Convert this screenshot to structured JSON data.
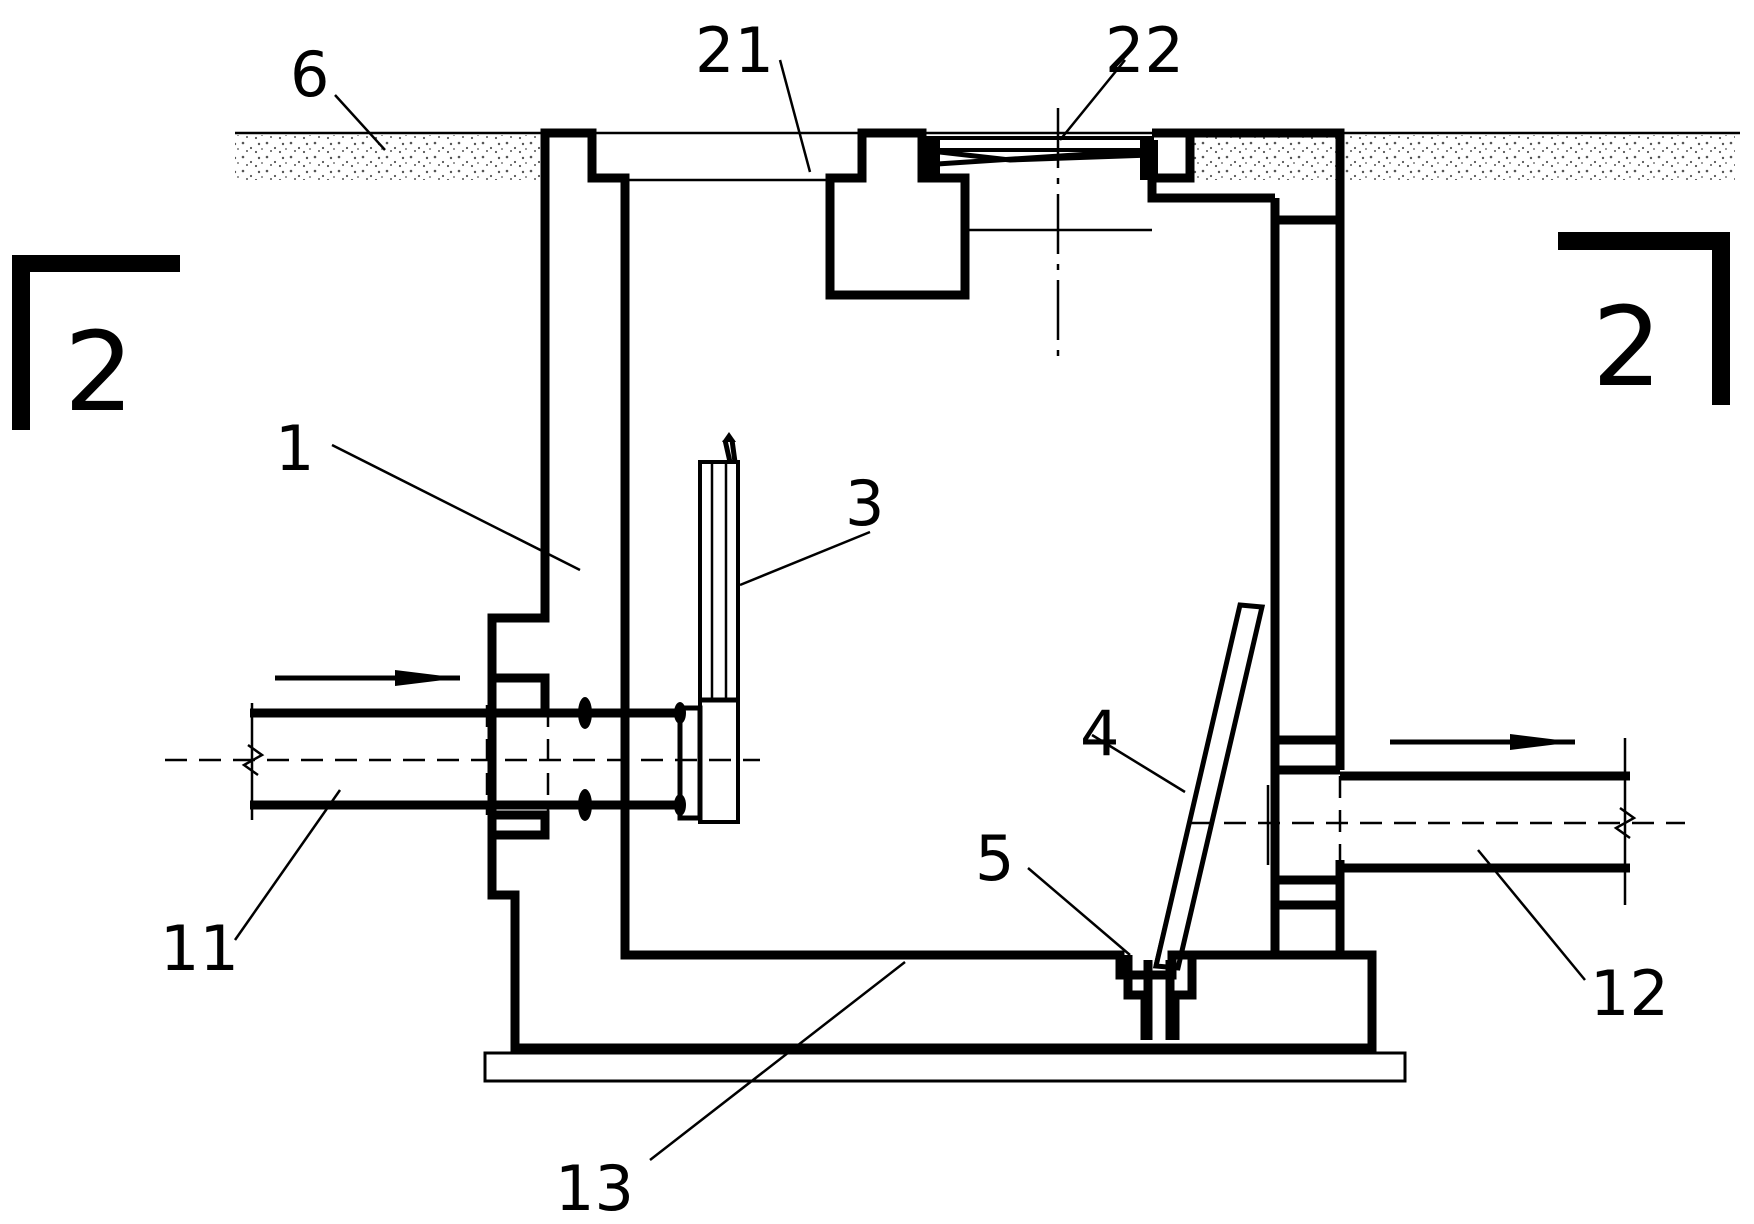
{
  "labels": {
    "well_wall": "1",
    "flap_valve": "3",
    "overflow_pipe": "4",
    "pipe_support": "5",
    "ground": "6",
    "inlet_pipe": "11",
    "outlet_pipe": "12",
    "well_bottom": "13",
    "cover_seat": "21",
    "manhole_cover": "22"
  },
  "section_marks": {
    "left": "2",
    "right": "2"
  },
  "colors": {
    "line": "#000000",
    "ground_texture": "#555555",
    "background": "#ffffff"
  }
}
